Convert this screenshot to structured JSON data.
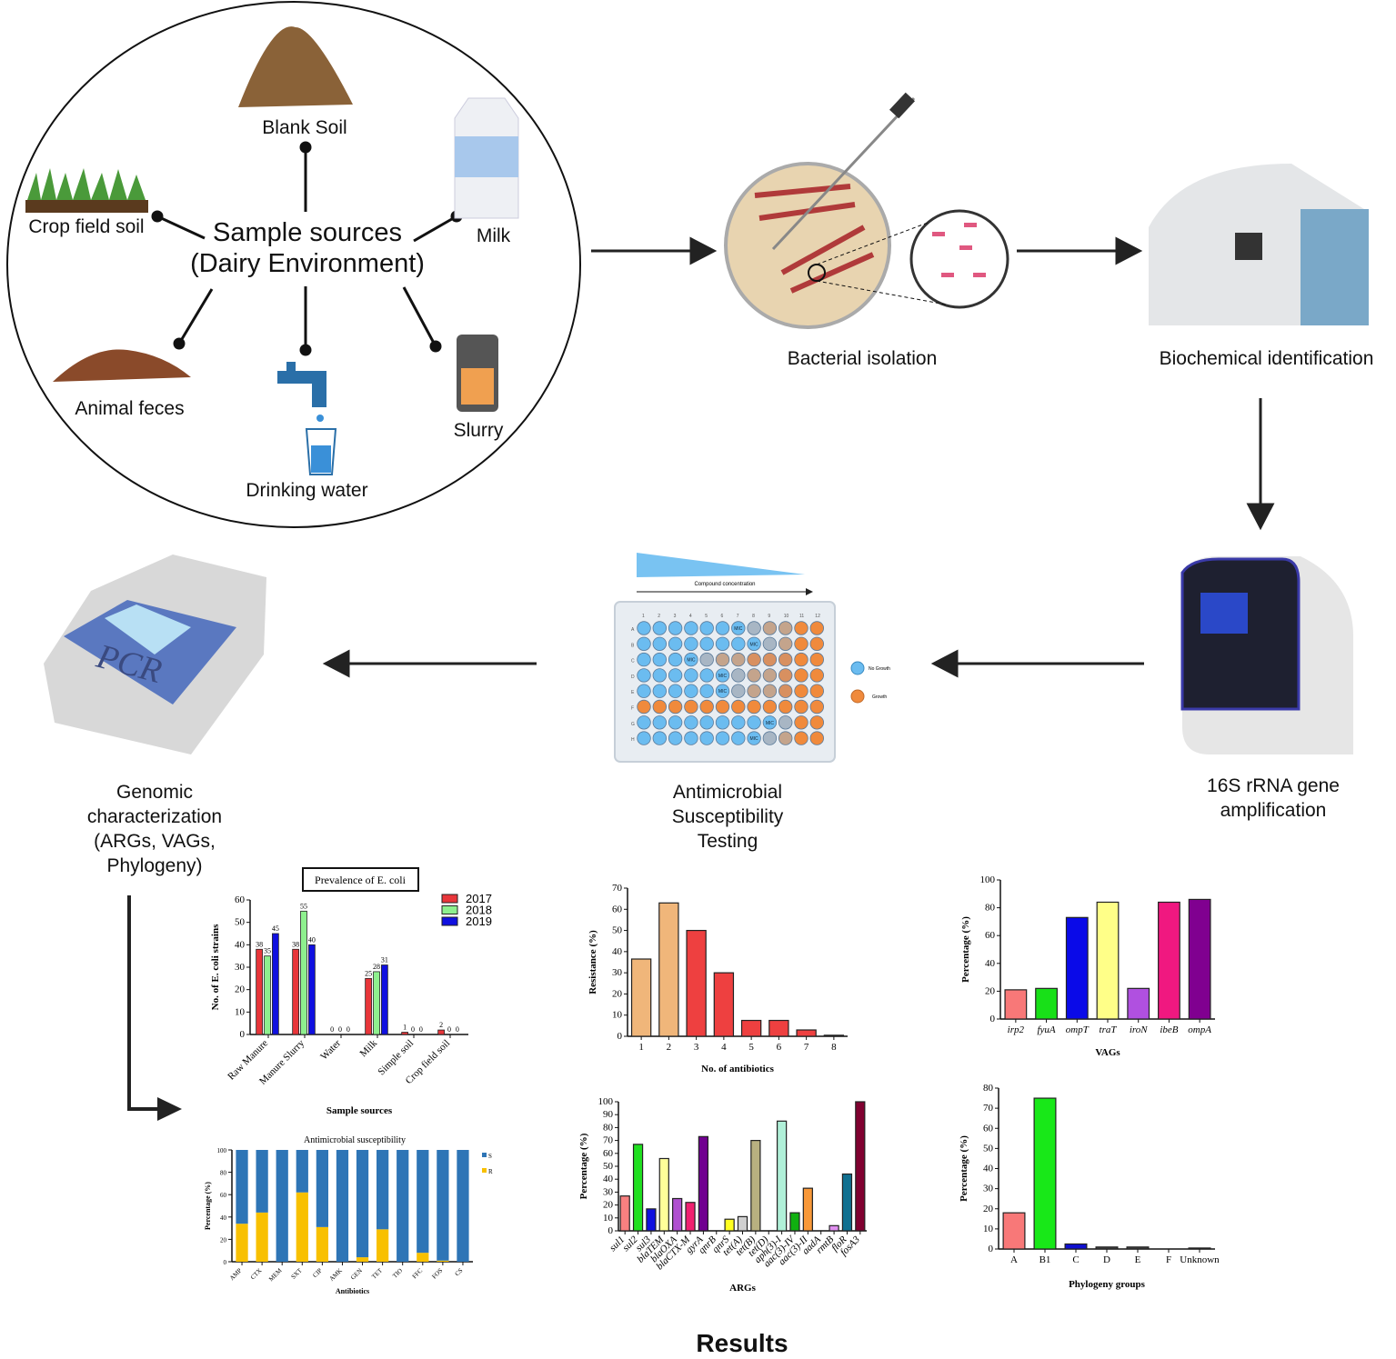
{
  "sources": {
    "title_line1": "Sample sources",
    "title_line2": "(Dairy Environment)",
    "items": [
      "Blank Soil",
      "Crop field soil",
      "Milk",
      "Animal feces",
      "Drinking water",
      "Slurry"
    ]
  },
  "steps": {
    "isolation": "Bacterial isolation",
    "biochem": "Biochemical identification",
    "pcr16s_l1": "16S rRNA gene",
    "pcr16s_l2": "amplification",
    "ast_l1": "Antimicrobial",
    "ast_l2": "Susceptibility",
    "ast_l3": "Testing",
    "genomic_l1": "Genomic",
    "genomic_l2": "characterization",
    "genomic_l3": "(ARGs, VAGs,",
    "genomic_l4": "Phylogeny)",
    "pcr_device_label": "PCR"
  },
  "plate": {
    "gradient_label": "Compound concentration",
    "legend": [
      "No Growth",
      "Growth"
    ],
    "mic_label": "MIC",
    "rows": [
      "A",
      "B",
      "C",
      "D",
      "E",
      "F",
      "G",
      "H"
    ],
    "cols": [
      "1",
      "2",
      "3",
      "4",
      "5",
      "6",
      "7",
      "8",
      "9",
      "10",
      "11",
      "12"
    ],
    "mic_col": [
      7,
      8,
      4,
      6,
      6,
      0,
      9,
      8
    ],
    "colors": {
      "no_growth": "#6bbcf0",
      "growth": "#f08a3c",
      "intermediate": "#a8b6c4",
      "tan": "#c4a48c"
    }
  },
  "results_title": "Results",
  "chart_data": [
    {
      "id": "prevalence",
      "type": "bar",
      "title": "Prevalence of E. coli",
      "xlabel": "Sample sources",
      "ylabel": "No. of E. coli strains",
      "ylim": [
        0,
        60
      ],
      "yticks": [
        0,
        10,
        20,
        30,
        40,
        50,
        60
      ],
      "categories": [
        "Raw Manure",
        "Manure Slurry",
        "Water",
        "Milk",
        "Simple soil",
        "Crop field soil"
      ],
      "series": [
        {
          "name": "2017",
          "color": "#e8363a",
          "values": [
            38,
            38,
            0,
            25,
            1,
            2
          ]
        },
        {
          "name": "2018",
          "color": "#8ef08e",
          "values": [
            35,
            55,
            0,
            28,
            0,
            0
          ]
        },
        {
          "name": "2019",
          "color": "#1010e0",
          "values": [
            45,
            40,
            0,
            31,
            0,
            0
          ]
        }
      ],
      "data_labels": true,
      "legend": "top-right"
    },
    {
      "id": "susceptibility",
      "type": "bar",
      "stacked": true,
      "title": "Antimicrobial  susceptibility",
      "xlabel": "Antibiotics",
      "ylabel": "Percentage (%)",
      "ylim": [
        0,
        100
      ],
      "yticks": [
        0,
        20,
        40,
        60,
        80,
        100
      ],
      "categories": [
        "AMP",
        "CTX",
        "MEM",
        "SXT",
        "CIP",
        "AMK",
        "GEN",
        "TET",
        "TIO",
        "FFC",
        "FOS",
        "CS"
      ],
      "series": [
        {
          "name": "R",
          "color": "#f8c000",
          "values": [
            34,
            44,
            0,
            62,
            31,
            0,
            4,
            29,
            0,
            8,
            1,
            0
          ]
        },
        {
          "name": "S",
          "color": "#2e75b6",
          "values": [
            66,
            56,
            100,
            38,
            69,
            100,
            96,
            71,
            100,
            92,
            99,
            100
          ]
        }
      ],
      "legend": "right"
    },
    {
      "id": "resistance",
      "type": "bar",
      "xlabel": "No. of antibiotics",
      "ylabel": "Resistance (%)",
      "ylim": [
        0,
        70
      ],
      "yticks": [
        0,
        10,
        20,
        30,
        40,
        50,
        60,
        70
      ],
      "categories": [
        "1",
        "2",
        "3",
        "4",
        "5",
        "6",
        "7",
        "8"
      ],
      "values": [
        36.5,
        63,
        50,
        30,
        7.5,
        7.5,
        3,
        0.5
      ],
      "colors": [
        "#f0b67a",
        "#f0b67a",
        "#ee4040",
        "#ee4040",
        "#ee4040",
        "#ee4040",
        "#ee4040",
        "#ee4040"
      ]
    },
    {
      "id": "vags",
      "type": "bar",
      "xlabel": "VAGs",
      "ylabel": "Percentage (%)",
      "ylim": [
        0,
        100
      ],
      "yticks": [
        0,
        20,
        40,
        60,
        80,
        100
      ],
      "italic_ticks": true,
      "categories": [
        "irp2",
        "fyuA",
        "ompT",
        "traT",
        "iroN",
        "ibeB",
        "ompA"
      ],
      "values": [
        21,
        22,
        73,
        84,
        22,
        84,
        86
      ],
      "colors": [
        "#f87878",
        "#18e018",
        "#0a0ae8",
        "#ffff88",
        "#b050e0",
        "#f01880",
        "#800090"
      ]
    },
    {
      "id": "args",
      "type": "bar",
      "xlabel": "ARGs",
      "ylabel": "Percentage (%)",
      "ylim": [
        0,
        100
      ],
      "yticks": [
        0,
        10,
        20,
        30,
        40,
        50,
        60,
        70,
        80,
        90,
        100
      ],
      "italic_ticks": true,
      "rotate": true,
      "categories": [
        "sul1",
        "sul2",
        "sul3",
        "blaTEM",
        "blaOXA",
        "blaCTX-M",
        "gyrA",
        "qnrB",
        "qnrS",
        "tet(A)",
        "tet(B)",
        "tet(D)",
        "aph(3)-I",
        "aac(3)-IV",
        "aac(3)-II",
        "aadA",
        "rmtB",
        "floR",
        "fosA3"
      ],
      "values": [
        27,
        67,
        17,
        56,
        25,
        22,
        73,
        0,
        9,
        11,
        70,
        0,
        85,
        14,
        33,
        0,
        4,
        44,
        100
      ],
      "colors": [
        "#f88080",
        "#20e020",
        "#1010e0",
        "#ffff99",
        "#b050d0",
        "#f02070",
        "#700090",
        "#888",
        "#ffff20",
        "#d0d0d0",
        "#b8b080",
        "#888",
        "#b0f0d8",
        "#10b010",
        "#f89838",
        "#888",
        "#e090f0",
        "#107090",
        "#800030"
      ]
    },
    {
      "id": "phylogeny",
      "type": "bar",
      "xlabel": "Phylogeny groups",
      "ylabel": "Percentage (%)",
      "ylim": [
        0,
        80
      ],
      "yticks": [
        0,
        10,
        20,
        30,
        40,
        50,
        60,
        70,
        80
      ],
      "categories": [
        "A",
        "B1",
        "C",
        "D",
        "E",
        "F",
        "Unknown"
      ],
      "values": [
        18,
        75,
        2.5,
        1,
        1,
        0,
        0.5
      ],
      "colors": [
        "#f87878",
        "#18e818",
        "#1010d0",
        "#444",
        "#444",
        "#444",
        "#444"
      ]
    }
  ]
}
